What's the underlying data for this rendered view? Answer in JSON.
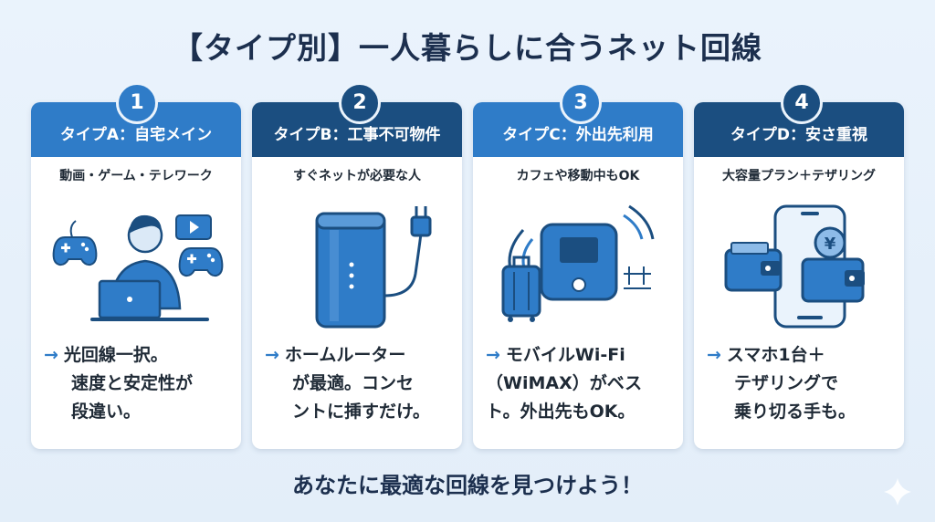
{
  "title": "【タイプ別】一人暮らしに合うネット回線",
  "footer": "あなたに最適な回線を見つけよう！",
  "colors": {
    "primary": "#2f7cc8",
    "dark": "#1b4e80",
    "background": "#eaf3fc"
  },
  "cards": [
    {
      "number": "1",
      "header": "タイプA：自宅メイン",
      "subtitle": "動画・ゲーム・テレワーク",
      "icon": "person-laptop-gaming-icon",
      "desc": [
        "光回線一択。",
        "速度と安定性が",
        "段違い。"
      ]
    },
    {
      "number": "2",
      "header": "タイプB：工事不可物件",
      "subtitle": "すぐネットが必要な人",
      "icon": "home-router-plug-icon",
      "desc": [
        "ホームルーター",
        "が最適。コンセ",
        "ントに挿すだけ。"
      ]
    },
    {
      "number": "3",
      "header": "タイプC：外出先利用",
      "subtitle": "カフェや移動中もOK",
      "icon": "mobile-wifi-suitcase-icon",
      "desc": [
        "モバイルWi-Fi",
        "（WiMAX）がベス",
        "ト。外出先もOK。"
      ]
    },
    {
      "number": "4",
      "header": "タイプD：安さ重視",
      "subtitle": "大容量プラン＋テザリング",
      "icon": "smartphone-wallet-yen-icon",
      "desc": [
        "スマホ1台＋",
        "テザリングで",
        "乗り切る手も。"
      ]
    }
  ]
}
